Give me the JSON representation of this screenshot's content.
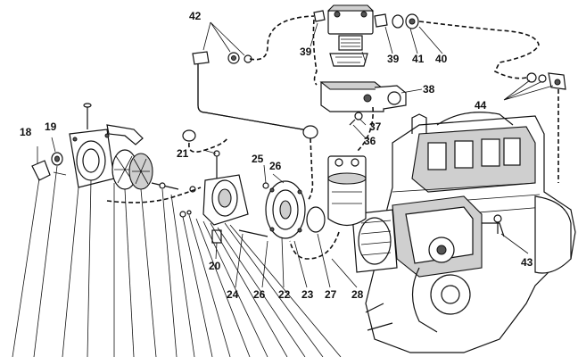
{
  "diagram": {
    "callouts": [
      {
        "id": "c18",
        "text": "18"
      },
      {
        "id": "c19",
        "text": "19"
      },
      {
        "id": "c42",
        "text": "42"
      },
      {
        "id": "c39a",
        "text": "39"
      },
      {
        "id": "c39b",
        "text": "39"
      },
      {
        "id": "c41",
        "text": "41"
      },
      {
        "id": "c40",
        "text": "40"
      },
      {
        "id": "c38",
        "text": "38"
      },
      {
        "id": "c37",
        "text": "37"
      },
      {
        "id": "c36",
        "text": "36"
      },
      {
        "id": "c44",
        "text": "44"
      },
      {
        "id": "c21",
        "text": "21"
      },
      {
        "id": "c25",
        "text": "25"
      },
      {
        "id": "c26a",
        "text": "26"
      },
      {
        "id": "c20",
        "text": "20"
      },
      {
        "id": "c24",
        "text": "24"
      },
      {
        "id": "c26b",
        "text": "26"
      },
      {
        "id": "c22",
        "text": "22"
      },
      {
        "id": "c23",
        "text": "23"
      },
      {
        "id": "c27",
        "text": "27"
      },
      {
        "id": "c28",
        "text": "28"
      },
      {
        "id": "c43",
        "text": "43"
      }
    ]
  }
}
